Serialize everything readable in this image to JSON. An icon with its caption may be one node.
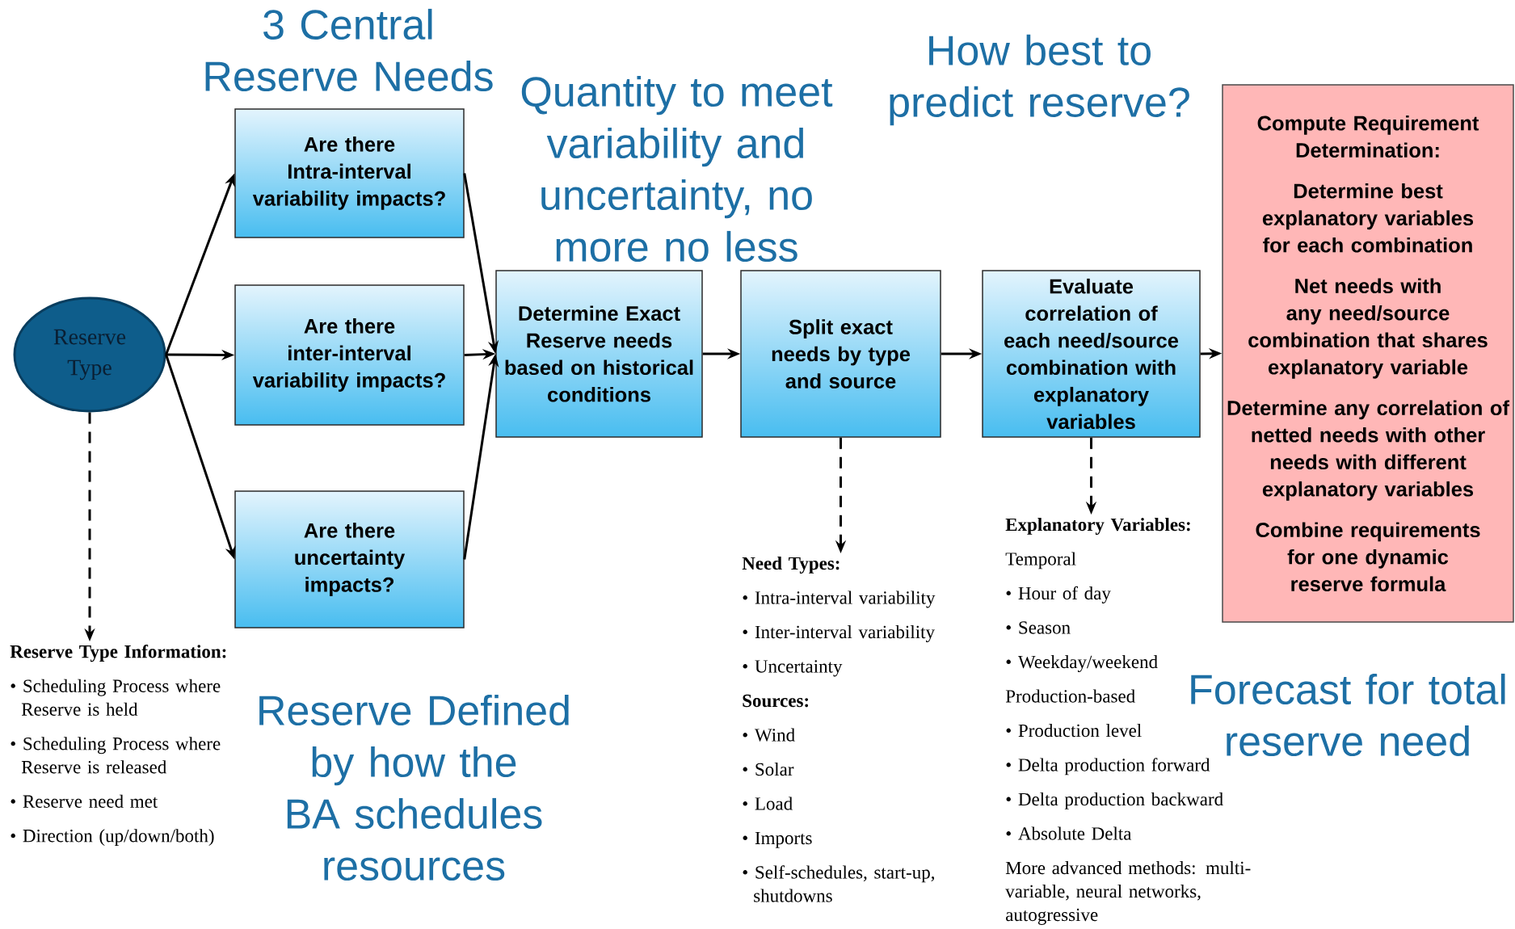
{
  "diagram": {
    "nodes": [
      {
        "text": [
          "Reserve Type"
        ]
      },
      {
        "text": [
          "Are there Intra-interval variability impacts?"
        ]
      },
      {
        "text": [
          "Are there inter-interval variability impacts?"
        ]
      },
      {
        "text": [
          "Are there uncertainty impacts?"
        ]
      },
      {
        "text": [
          "Determine Exact Reserve needs based on historical conditions"
        ]
      },
      {
        "text": [
          "Split exact needs by type and source"
        ]
      },
      {
        "text": [
          "Evaluate correlation of each need/source combination with explanatory variables"
        ]
      },
      {
        "text": [
          "Compute Requirement Determination:",
          "Determine best explanatory variables for each combination",
          "Net needs with any need/source combination that shares explanatory variable",
          "Determine any correlation of netted needs with other needs with different explanatory variables",
          "Combine requirements for one dynamic reserve formula"
        ]
      },
      {
        "text": [
          "Reserve Type Information:",
          "• Scheduling Process where Reserve is held",
          "• Scheduling Process where Reserve is released",
          "• Reserve need met",
          "• Direction (up/down/both)"
        ]
      },
      {
        "text": [
          "Need Types:",
          "• Intra-interval variability",
          "• Inter-interval variability",
          "• Uncertainty",
          "Sources:",
          "• Wind",
          "• Solar",
          "• Load",
          "• Imports",
          "• Self-schedules, start-up, shutdowns"
        ]
      },
      {
        "text": [
          "Explanatory Variables:",
          "Temporal",
          "• Hour of day",
          "• Season",
          "• Weekday/weekend",
          "Production-based",
          "• Production level",
          "• Delta production forward",
          "• Delta production backward",
          "• Absolute Delta",
          "More advanced methods: multi-variable, neural networks, autogressive"
        ]
      }
    ],
    "edges": [
      {
        "from": 0,
        "to": 1,
        "arrow": "to"
      },
      {
        "from": 0,
        "to": 2,
        "arrow": "to"
      },
      {
        "from": 0,
        "to": 3,
        "arrow": "to"
      },
      {
        "from": 1,
        "to": 4,
        "arrow": "to"
      },
      {
        "from": 2,
        "to": 4,
        "arrow": "to"
      },
      {
        "from": 3,
        "to": 4,
        "arrow": "to"
      },
      {
        "from": 4,
        "to": 5,
        "arrow": "to"
      },
      {
        "from": 5,
        "to": 6,
        "arrow": "to"
      },
      {
        "from": 6,
        "to": 7,
        "arrow": "to"
      },
      {
        "from": 0,
        "to": 8,
        "arrow": "to",
        "style": "dashed"
      },
      {
        "from": 5,
        "to": 9,
        "arrow": "to",
        "style": "dashed"
      },
      {
        "from": 6,
        "to": 10,
        "arrow": "to",
        "style": "dashed"
      }
    ],
    "labels": [
      "3 Central Reserve Needs",
      "How best to predict reserve?",
      "Quantity to meet variability and uncertainty, no more no less",
      "Forecast for total reserve need",
      "Reserve Defined by how the BA schedules resources"
    ]
  }
}
